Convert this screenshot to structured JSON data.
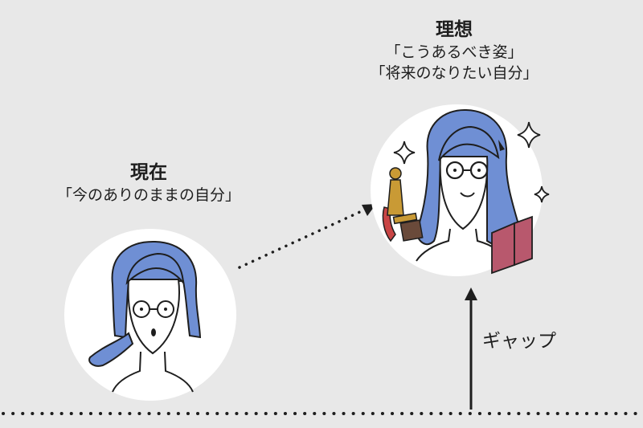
{
  "current": {
    "title": "現在",
    "subtitle": "「今のありのままの自分」"
  },
  "ideal": {
    "title": "理想",
    "subtitle_1": "「こうあるべき姿」",
    "subtitle_2": "「将来のなりたい自分」"
  },
  "gap": {
    "label": "ギャップ"
  },
  "colors": {
    "background": "#e8e8e8",
    "circle": "#ffffff",
    "hair": "#6f8fd4",
    "outline": "#1e1e1e",
    "book": "#b8586d",
    "trophy": "#c99a35",
    "ribbon": "#c94545"
  }
}
